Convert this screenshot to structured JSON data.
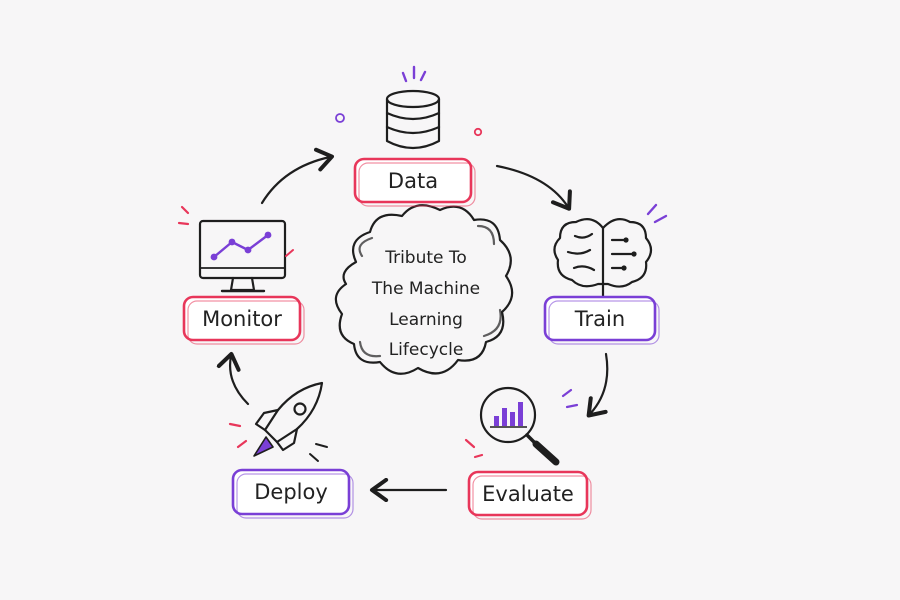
{
  "title_lines": [
    "Tribute To",
    "The Machine",
    "Learning",
    "Lifecycle"
  ],
  "stages": [
    {
      "id": "data",
      "label": "Data",
      "icon": "database-icon",
      "color": "#e8365a"
    },
    {
      "id": "train",
      "label": "Train",
      "icon": "brain-circuit-icon",
      "color": "#7a3fd6"
    },
    {
      "id": "evaluate",
      "label": "Evaluate",
      "icon": "magnifier-bar-chart-icon",
      "color": "#e8365a"
    },
    {
      "id": "deploy",
      "label": "Deploy",
      "icon": "rocket-icon",
      "color": "#7a3fd6"
    },
    {
      "id": "monitor",
      "label": "Monitor",
      "icon": "monitor-line-chart-icon",
      "color": "#e8365a"
    }
  ],
  "colors": {
    "accent_pink": "#e8365a",
    "accent_purple": "#7a3fd6",
    "ink": "#1e1e1e",
    "background": "#f7f6f7"
  }
}
